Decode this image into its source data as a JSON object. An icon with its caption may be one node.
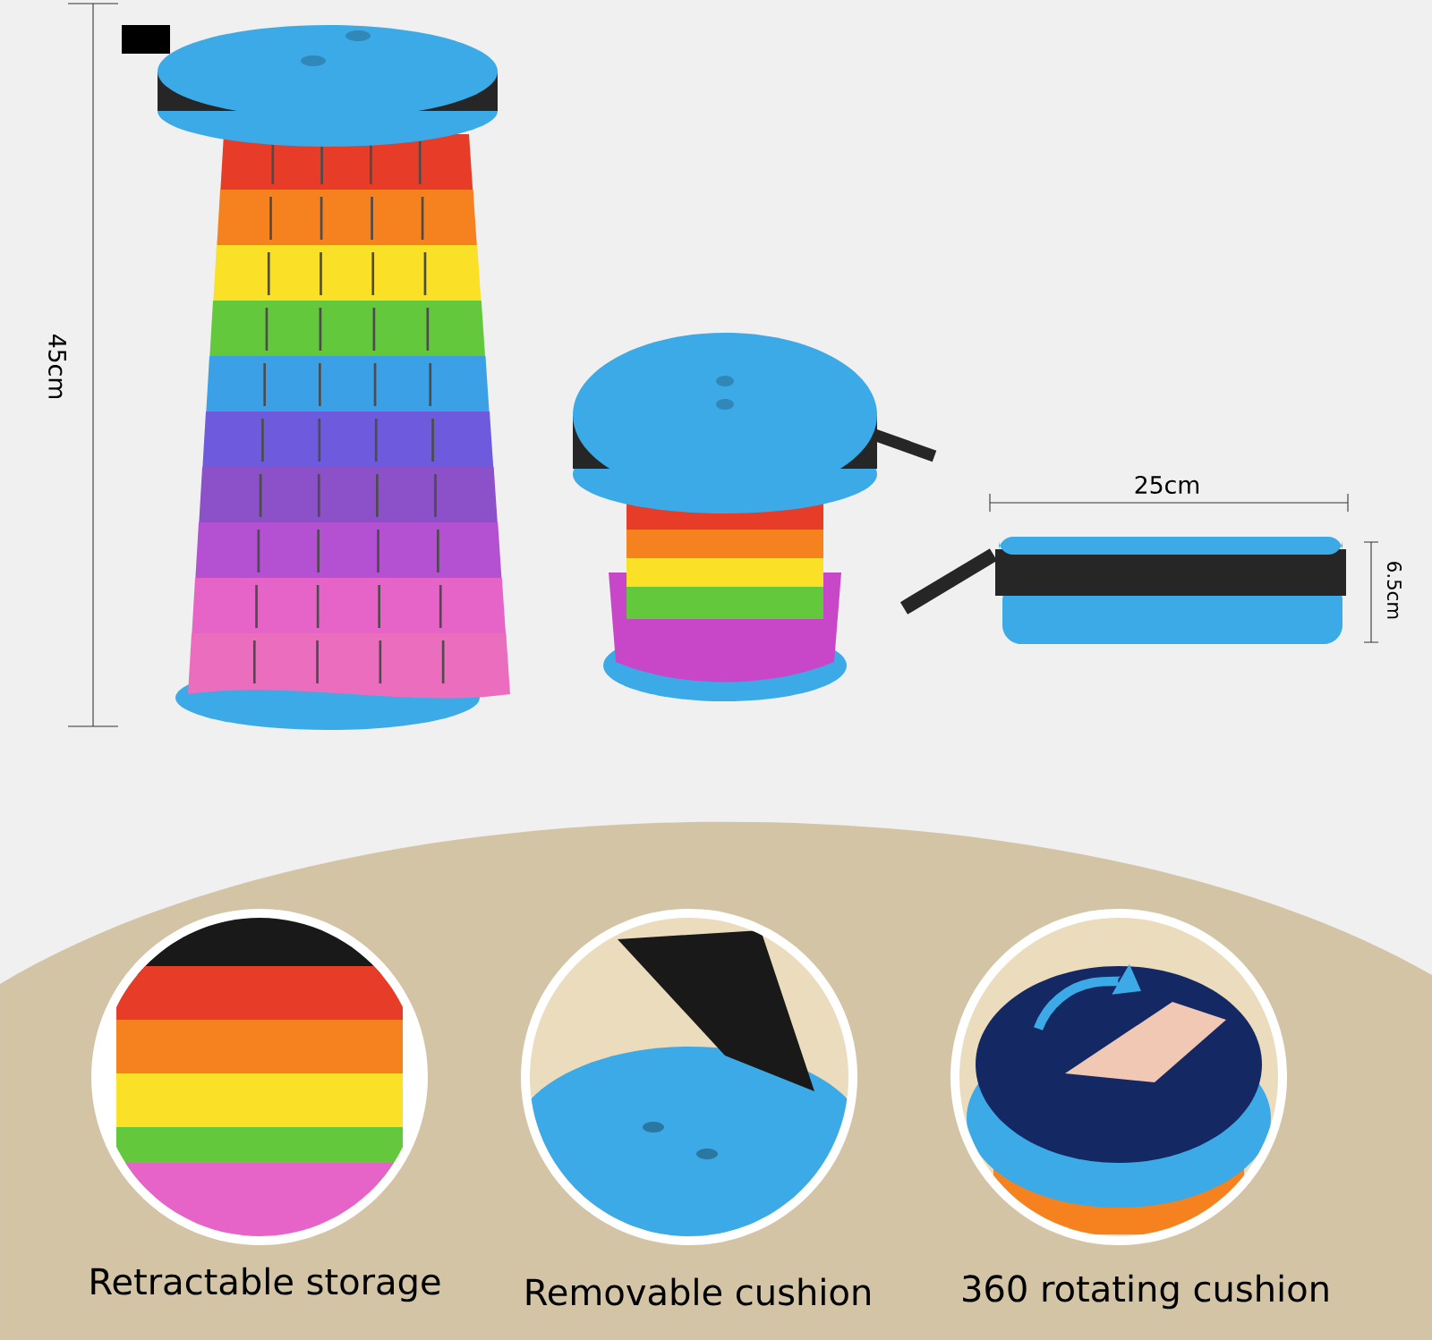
{
  "diagram": {
    "labels": [
      "45cm",
      "25cm",
      "6.5cm",
      "Retractable storage",
      "Removable cushion",
      "360 rotating cushion"
    ]
  }
}
